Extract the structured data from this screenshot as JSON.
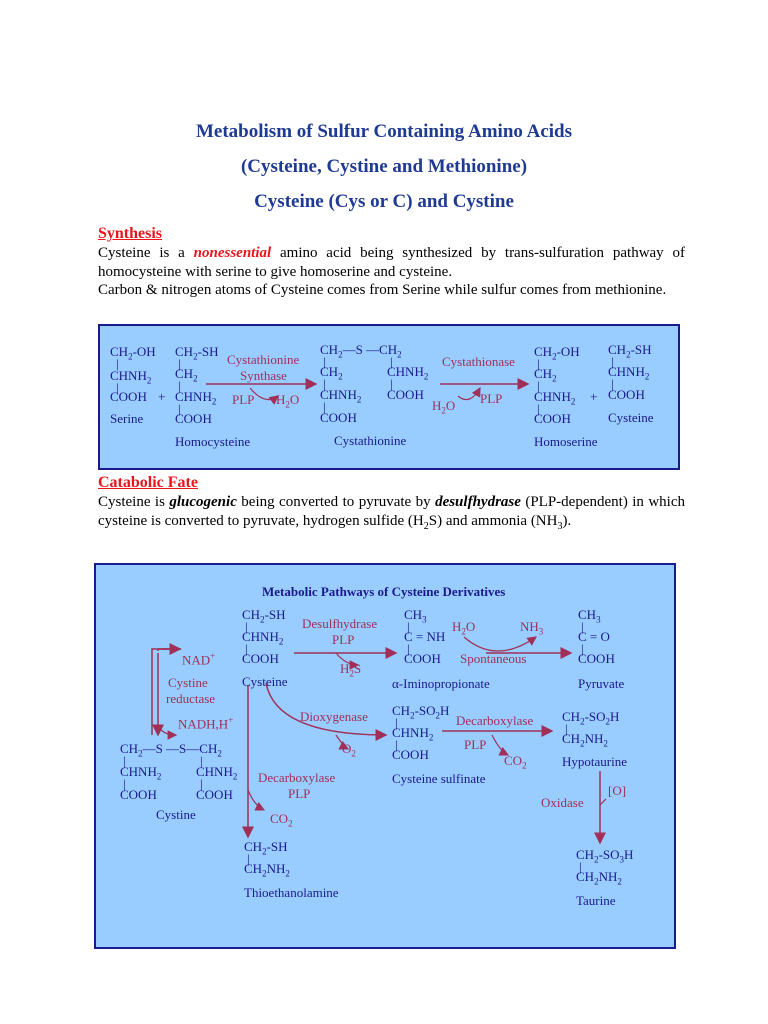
{
  "titles": {
    "line1": "Metabolism of Sulfur Containing Amino Acids",
    "line2": "(Cysteine, Cystine and Methionine)",
    "line3": "Cysteine (Cys or C) and Cystine"
  },
  "synthesis": {
    "heading": "Synthesis",
    "p1_a": "Cysteine is a ",
    "p1_em": "nonessential",
    "p1_b": " amino acid being synthesized by trans-sulfuration pathway of homocysteine with serine to give homoserine and cysteine.",
    "p2": "Carbon & nitrogen atoms of Cysteine comes from Serine while sulfur comes from methionine."
  },
  "catabolic": {
    "heading": "Catabolic Fate",
    "p_a": "Cysteine is ",
    "p_em1": "glucogenic",
    "p_b": " being converted to pyruvate by ",
    "p_em2": "desulfhydrase",
    "p_c": " (PLP-dependent) in which cysteine is converted to pyruvate, hydrogen sulfide (H",
    "p_sub1": "2",
    "p_d": "S) and ammonia (NH",
    "p_sub2": "3",
    "p_e": ")."
  },
  "diagram1": {
    "serine": "Serine",
    "homocysteine": "Homocysteine",
    "cystathionine": "Cystathionine",
    "homoserine": "Homoserine",
    "cysteine": "Cysteine",
    "enzyme1_line1": "Cystathionine",
    "enzyme1_line2": "Synthase",
    "enzyme2": "Cystathionase",
    "plp": "PLP",
    "plus": "+"
  },
  "diagram2": {
    "title": "Metabolic Pathways of Cysteine Derivatives",
    "cysteine": "Cysteine",
    "iminopropionate": "α-Iminopropionate",
    "pyruvate": "Pyruvate",
    "cystine": "Cystine",
    "cysteine_sulfinate": "Cysteine sulfinate",
    "hypotaurine": "Hypotaurine",
    "thioethanolamine": "Thioethanolamine",
    "taurine": "Taurine",
    "desulfhydrase": "Desulfhydrase",
    "plp": "PLP",
    "spontaneous": "Spontaneous",
    "nad": "NAD",
    "nadh": "NADH,H",
    "cystine_reductase_1": "Cystine",
    "cystine_reductase_2": "reductase",
    "dioxygenase": "Dioxygenase",
    "decarboxylase": "Decarboxylase",
    "oxidase": "Oxidase",
    "o": "[O]"
  },
  "colors": {
    "title": "#1f3a93",
    "heading": "#e8161b",
    "box_fill": "#99ccff",
    "arrow": "#a03058",
    "formula": "#1a1a8c"
  }
}
